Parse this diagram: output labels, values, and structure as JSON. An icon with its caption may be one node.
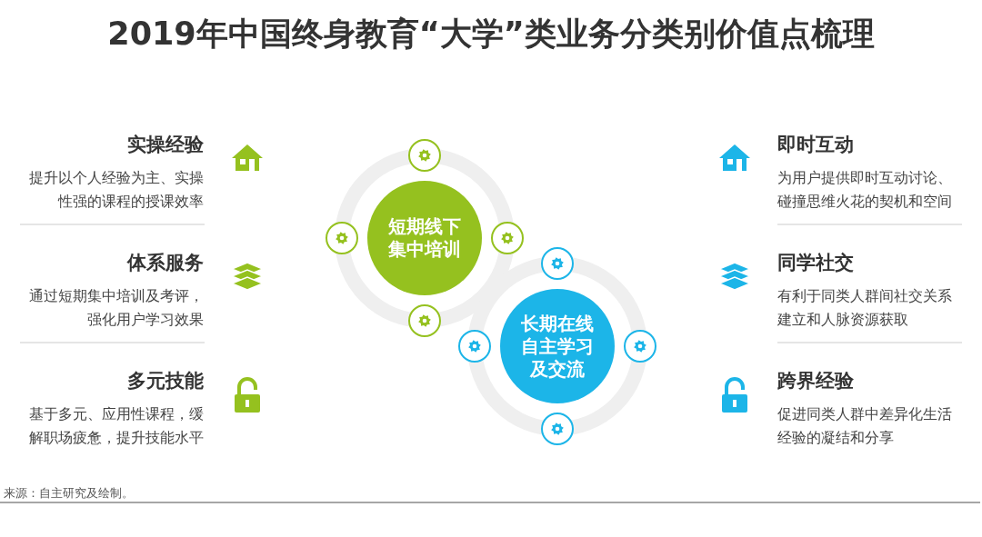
{
  "diagram": {
    "title": "2019年中国终身教育“大学”类业务分类别价值点梳理",
    "nodes": [
      {
        "text": [
          "短期线下集中培训"
        ]
      },
      {
        "text": [
          "长期在线自主学习及交流"
        ]
      }
    ],
    "labels": [
      "实操经验",
      "提升以个人经验为主、实操性强的课程的授课效率",
      "即时互动",
      "为用户提供即时互动讨论、碰撞思维火花的契机和空间",
      "体系服务",
      "通过短期集中培训及考评，强化用户学习效果",
      "同学社交",
      "有利于同类人群间社交关系建立和人脉资源获取",
      "多元技能",
      "基于多元、应用性课程，缓解职场疲惫，提升技能水平",
      "跨界经验",
      "促进同类人群中差异化生活经验的凝结和分享",
      "来源：自主研究及绘制。"
    ]
  }
}
